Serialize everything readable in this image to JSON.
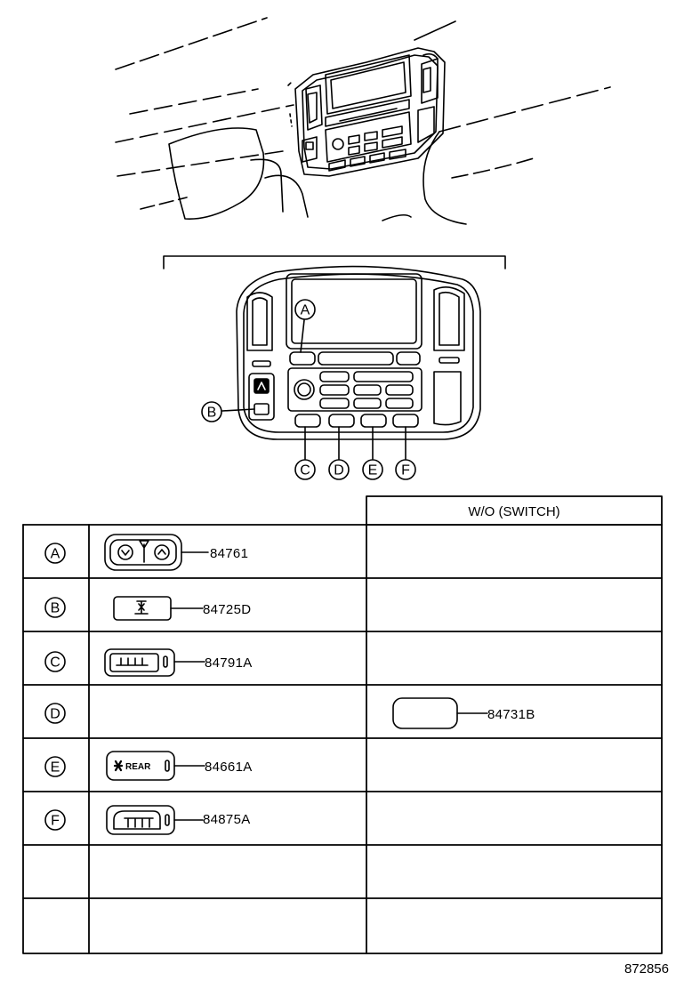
{
  "callouts": {
    "A": "A",
    "B": "B",
    "C": "C",
    "D": "D",
    "E": "E",
    "F": "F"
  },
  "table": {
    "header_right": "W/O (SWITCH)",
    "rows": [
      {
        "letter": "A",
        "part_left": "84761",
        "part_right": ""
      },
      {
        "letter": "B",
        "part_left": "84725D",
        "part_right": ""
      },
      {
        "letter": "C",
        "part_left": "84791A",
        "part_right": ""
      },
      {
        "letter": "D",
        "part_left": "",
        "part_right": "84731B"
      },
      {
        "letter": "E",
        "part_left": "84661A",
        "part_right": ""
      },
      {
        "letter": "F",
        "part_left": "84875A",
        "part_right": ""
      },
      {
        "letter": "",
        "part_left": "",
        "part_right": ""
      },
      {
        "letter": "",
        "part_left": "",
        "part_right": ""
      }
    ]
  },
  "switch_text": {
    "rear": "REAR"
  },
  "figure_ref": "872856"
}
